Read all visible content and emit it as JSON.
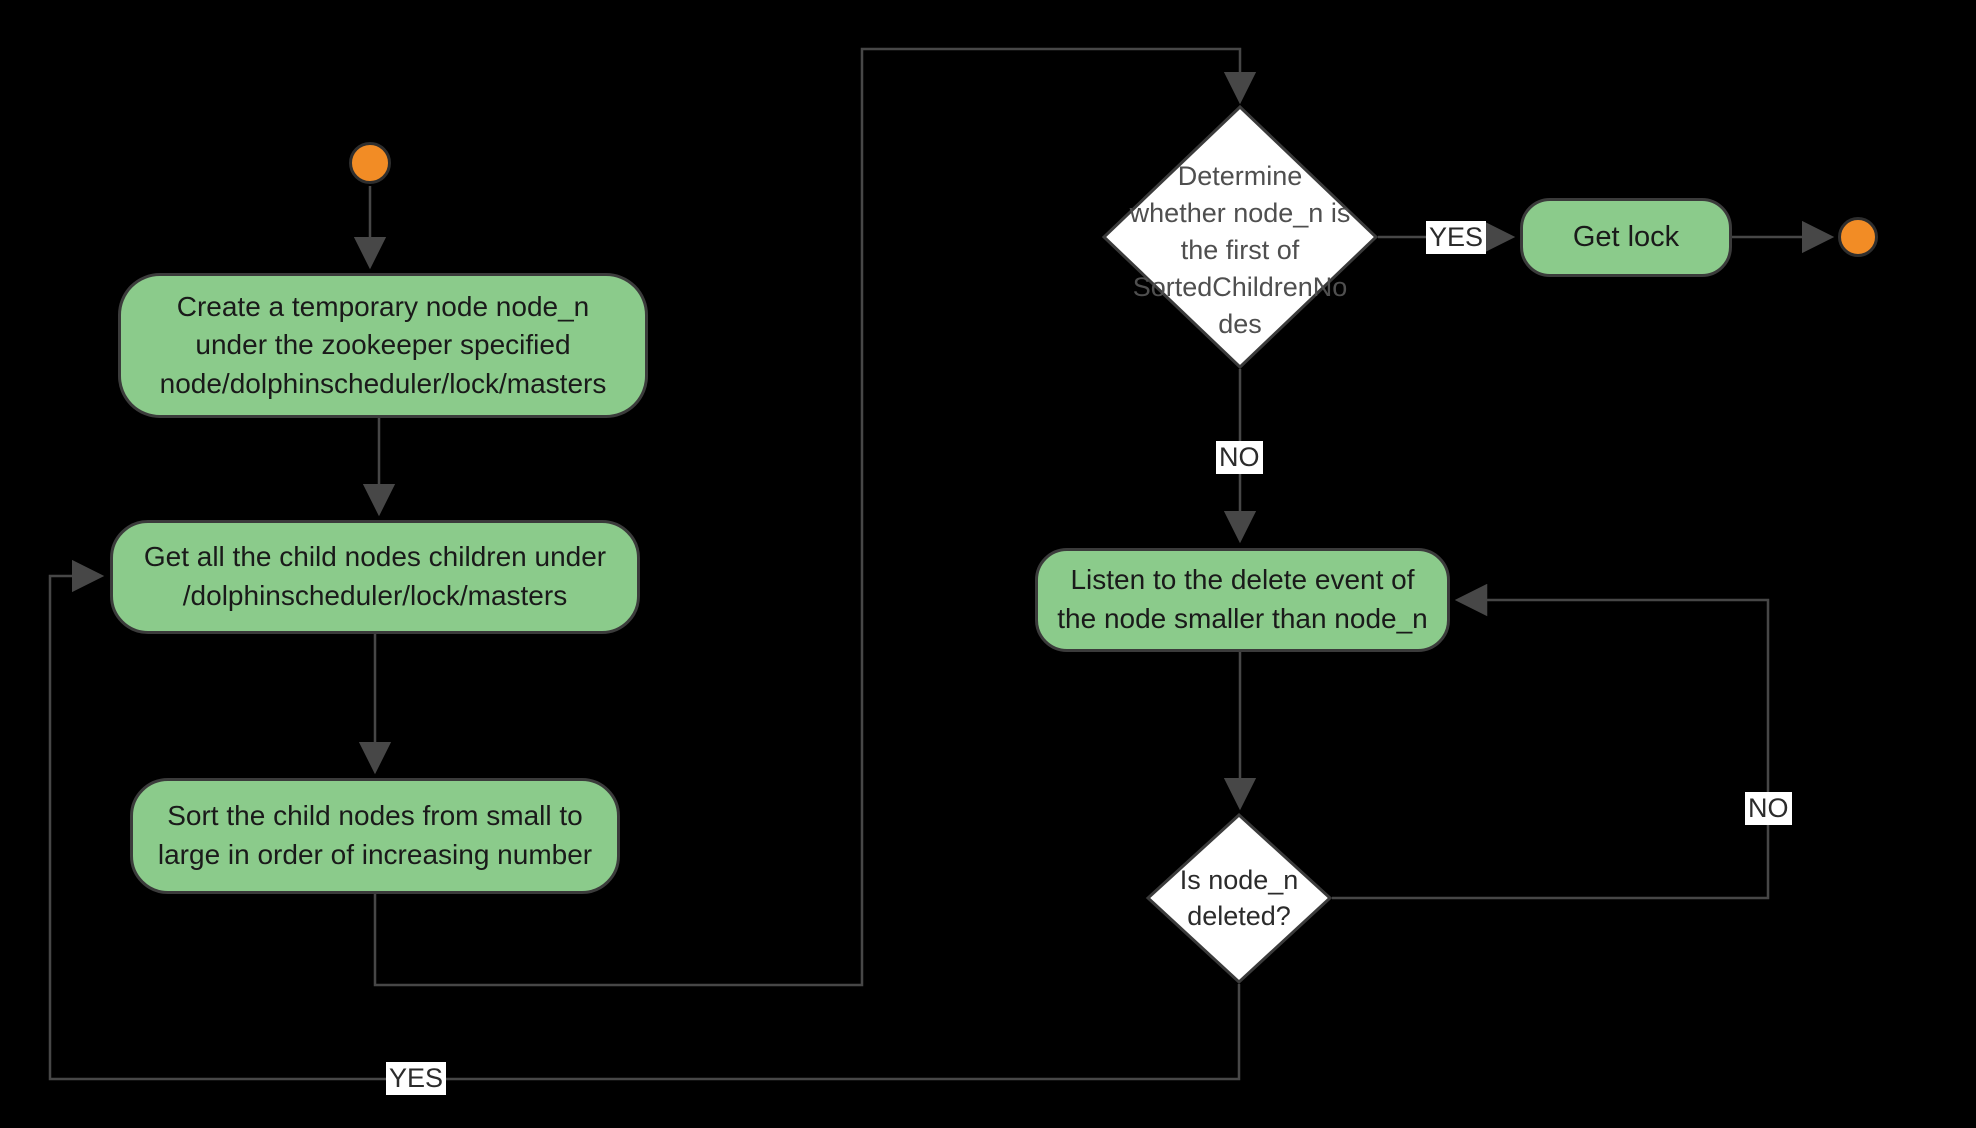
{
  "diagram": {
    "description": "zookeeper distributed lock flowchart",
    "colors": {
      "background": "#000000",
      "activity_fill": "#8BCB8B",
      "activity_border": "#3B3B3B",
      "terminal_fill": "#F28C25",
      "decision_fill": "#FFFFFF",
      "edge_line": "#474747"
    },
    "nodes": {
      "create_node": {
        "label": "Create a temporary node node_n\nunder the zookeeper specified\nnode/dolphinscheduler/lock/masters"
      },
      "get_children": {
        "label": "Get all the child nodes children under\n/dolphinscheduler/lock/masters"
      },
      "sort_children": {
        "label": "Sort the child nodes from small to\nlarge in order of increasing number"
      },
      "determine_first": {
        "label": "Determine\nwhether node_n is\nthe first of\nSortedChildrenNo\ndes"
      },
      "get_lock": {
        "label": "Get lock"
      },
      "listen_delete": {
        "label": "Listen to the delete event of\nthe node smaller than node_n"
      },
      "is_deleted": {
        "label": "Is node_n\ndeleted?"
      }
    },
    "edge_labels": {
      "determine_yes": "YES",
      "determine_no": "NO",
      "deleted_no": "NO",
      "deleted_yes": "YES"
    }
  }
}
